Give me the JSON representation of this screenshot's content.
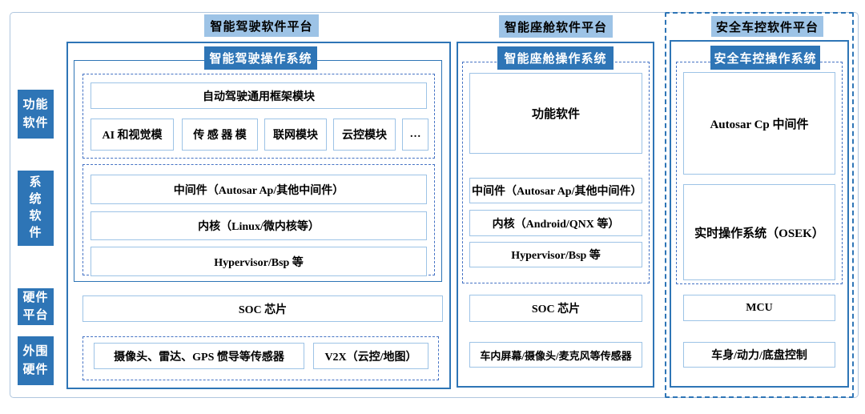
{
  "palette": {
    "rail_bg": "#2E75B6",
    "platform_tab_bg": "#9DC3E6",
    "os_tab_bg": "#2E75B6",
    "os_tab_text": "#FFFFFF",
    "solid_border": "#2E75B6",
    "dashed_border": "#4472C4",
    "item_border": "#9DC3E6",
    "outer_frame_border": "#AFC6DE",
    "text": "#000000"
  },
  "rail": {
    "functional": "功能\n软件",
    "system": "系\n统\n软\n件",
    "hardware": "硬件\n平台",
    "peripheral": "外围\n硬件"
  },
  "driving": {
    "platform_title": "智能驾驶软件平台",
    "os_title": "智能驾驶操作系统",
    "framework": "自动驾驶通用框架模块",
    "modules": [
      "AI 和视觉模",
      "传 感 器 模",
      "联网模块",
      "云控模块",
      "…"
    ],
    "system": [
      "中间件（Autosar Ap/其他中间件）",
      "内核（Linux/微内核等）",
      "Hypervisor/Bsp 等"
    ],
    "soc": "SOC 芯片",
    "peripherals": [
      "摄像头、雷达、GPS 惯导等传感器",
      "V2X（云控/地图）"
    ]
  },
  "cockpit": {
    "platform_title": "智能座舱软件平台",
    "os_title": "智能座舱操作系统",
    "functional": "功能软件",
    "system": [
      "中间件（Autosar Ap/其他中间件）",
      "内核（Android/QNX 等）",
      "Hypervisor/Bsp 等"
    ],
    "soc": "SOC 芯片",
    "peripherals": "车内屏幕/摄像头/麦克风等传感器"
  },
  "control": {
    "platform_title": "安全车控软件平台",
    "os_title": "安全车控操作系统",
    "middleware": "Autosar Cp 中间件",
    "rtos": "实时操作系统（OSEK）",
    "mcu": "MCU",
    "body_control": "车身/动力/底盘控制"
  }
}
